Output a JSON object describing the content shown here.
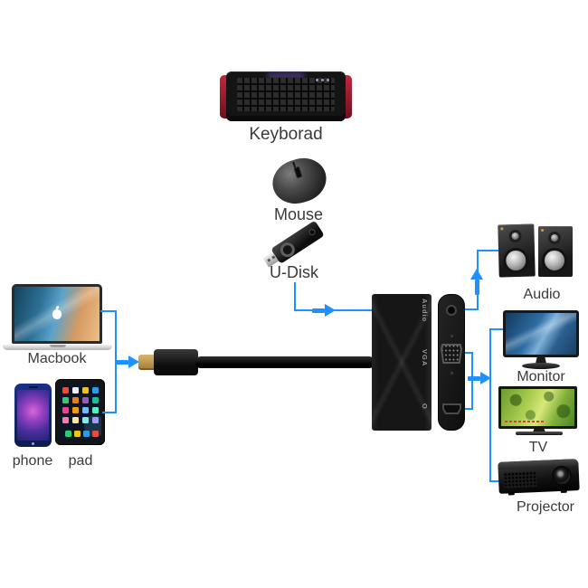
{
  "diagram": {
    "accent_color": "#1e90ff",
    "background_color": "#ffffff"
  },
  "devices": {
    "keyboard": {
      "label": "Keyborad"
    },
    "mouse": {
      "label": "Mouse"
    },
    "udisk": {
      "label": "U-Disk"
    },
    "macbook": {
      "label": "Macbook"
    },
    "phone": {
      "label": "phone"
    },
    "pad": {
      "label": "pad"
    },
    "speakers": {
      "label": "Audio"
    },
    "monitor": {
      "label": "Monitor"
    },
    "tv": {
      "label": "TV"
    },
    "projector": {
      "label": "Projector"
    }
  },
  "hub": {
    "port_labels": {
      "audio": "Audio",
      "vga": "VGA",
      "hdmi": "O"
    }
  }
}
